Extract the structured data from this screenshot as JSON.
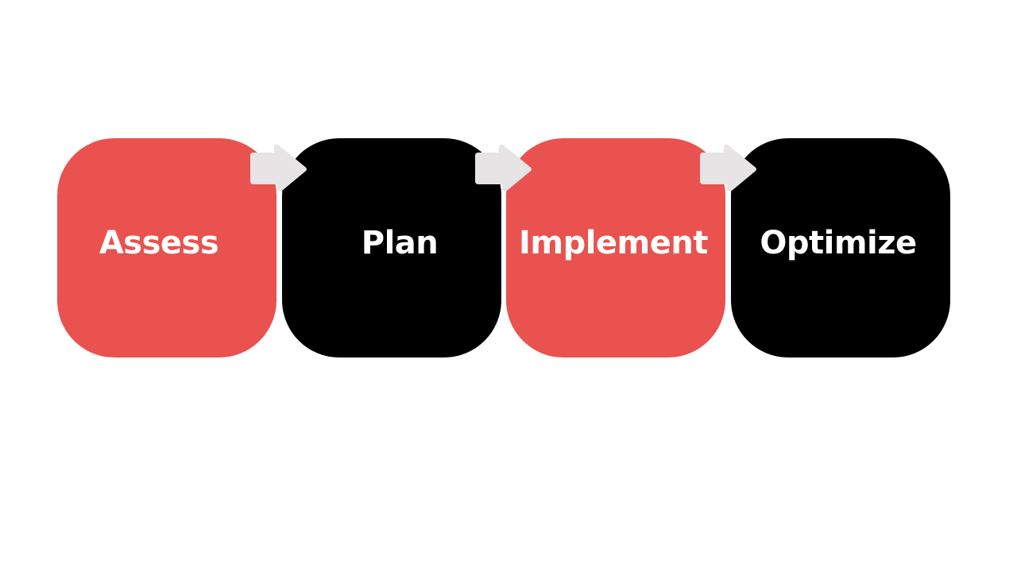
{
  "diagram": {
    "steps": [
      {
        "label": "Assess",
        "color": "#e9524e"
      },
      {
        "label": "Plan",
        "color": "#000000"
      },
      {
        "label": "Implement",
        "color": "#e9524e"
      },
      {
        "label": "Optimize",
        "color": "#000000"
      }
    ],
    "arrow_color": "#e6e4e4"
  }
}
